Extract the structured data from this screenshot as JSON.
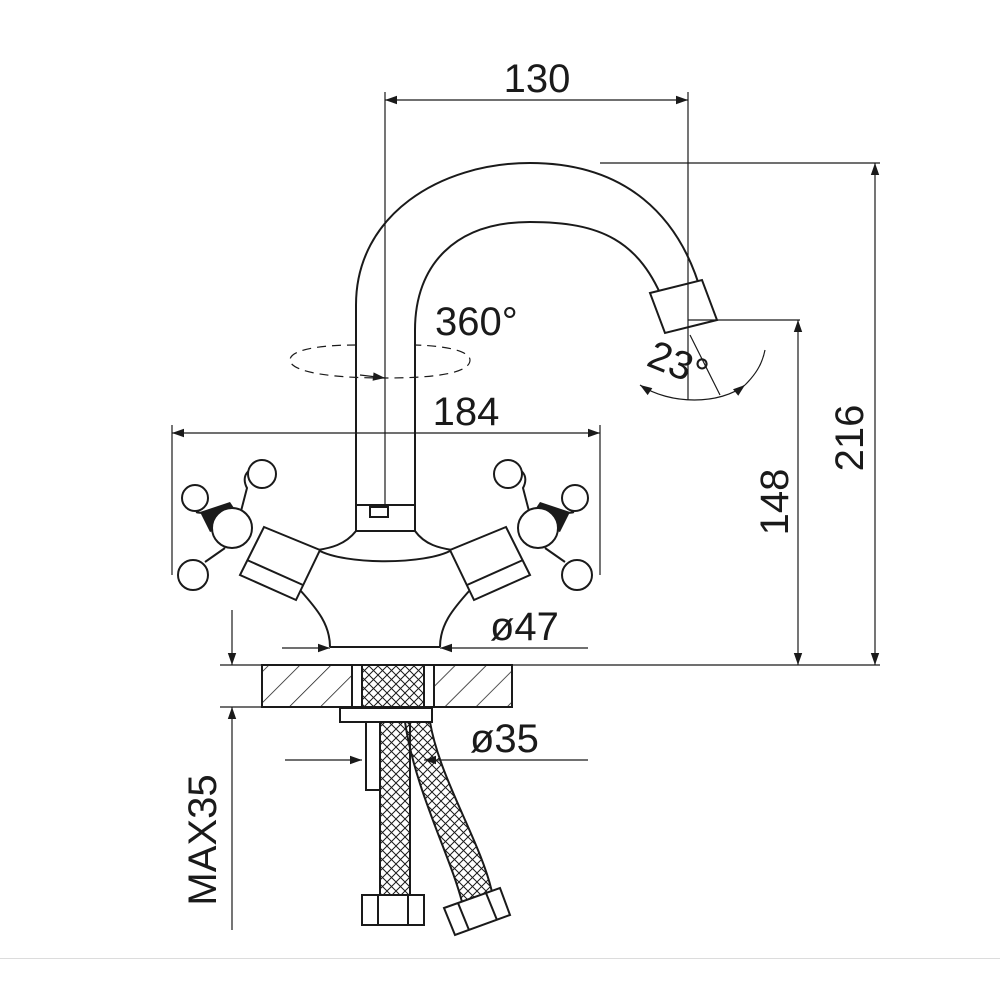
{
  "dimensions": {
    "spout_reach": "130",
    "rotation": "360°",
    "tilt_angle": "23°",
    "handle_span": "184",
    "base_diameter": "ø47",
    "shank_diameter": "ø35",
    "spout_height": "148",
    "total_height": "216",
    "max_thickness": "MAX35"
  },
  "colors": {
    "line": "#1a1a1a",
    "background": "#ffffff",
    "border": "#dcdcdc"
  }
}
